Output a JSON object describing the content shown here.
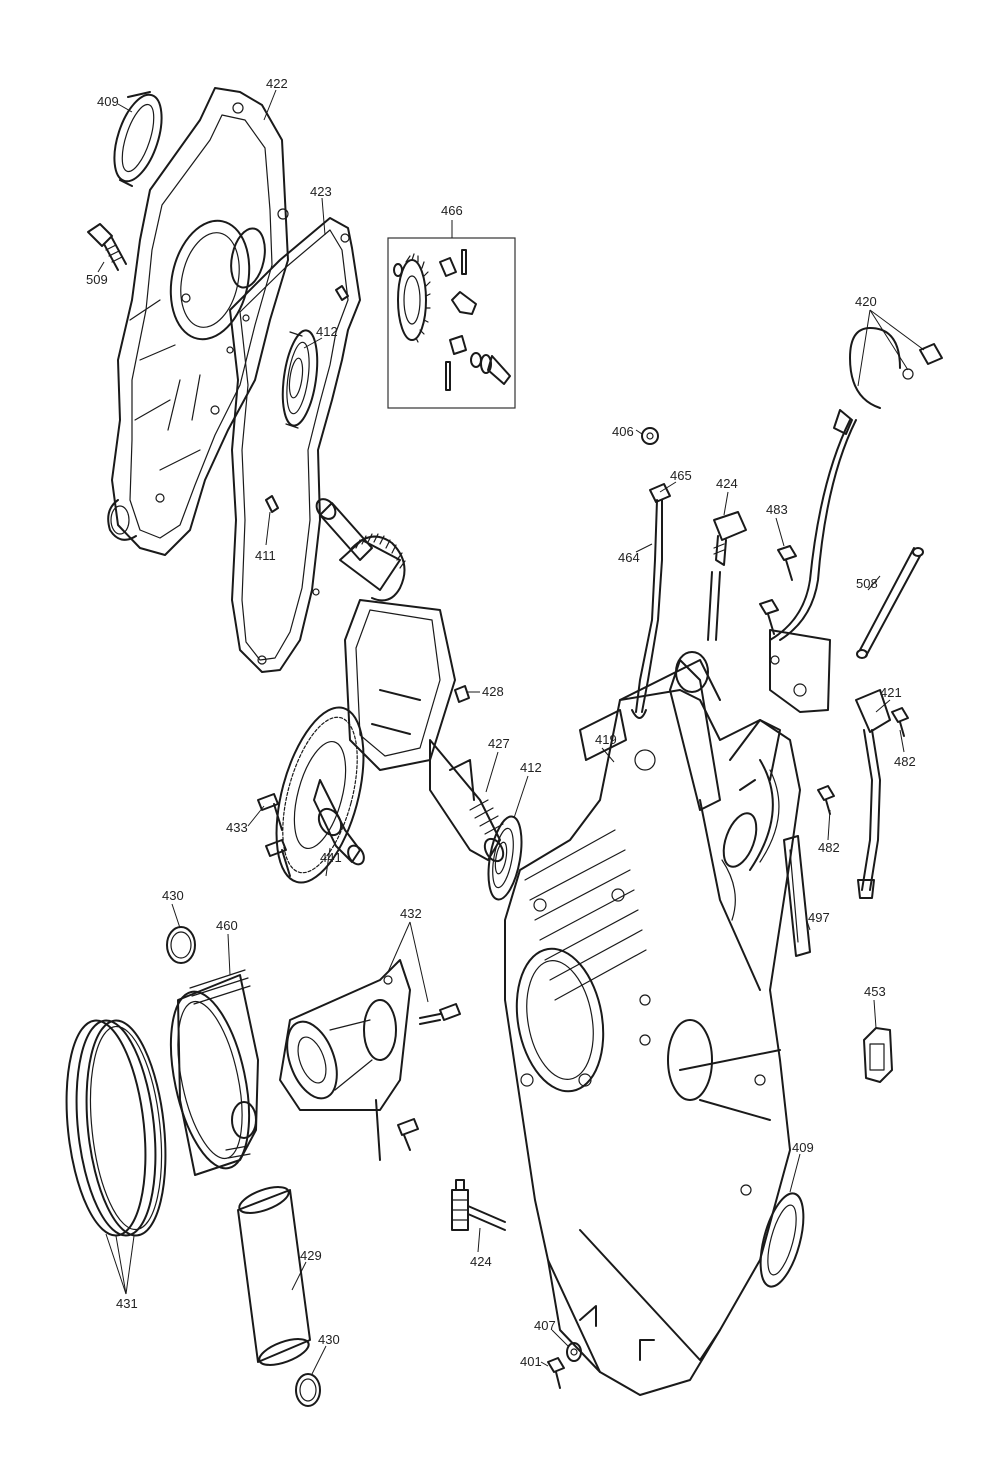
{
  "callouts": {
    "c409a": "409",
    "c422": "422",
    "c423": "423",
    "c509": "509",
    "c466": "466",
    "c420": "420",
    "c412a": "412",
    "c411": "411",
    "c406": "406",
    "c465": "465",
    "c424a": "424",
    "c483": "483",
    "c464": "464",
    "c508": "508",
    "c428": "428",
    "c427": "427",
    "c419": "419",
    "c421": "421",
    "c482a": "482",
    "c412b": "412",
    "c433": "433",
    "c441": "441",
    "c482b": "482",
    "c497": "497",
    "c430a": "430",
    "c460": "460",
    "c432": "432",
    "c453": "453",
    "c409b": "409",
    "c424b": "424",
    "c429": "429",
    "c431": "431",
    "c407": "407",
    "c430b": "430",
    "c401": "401"
  }
}
